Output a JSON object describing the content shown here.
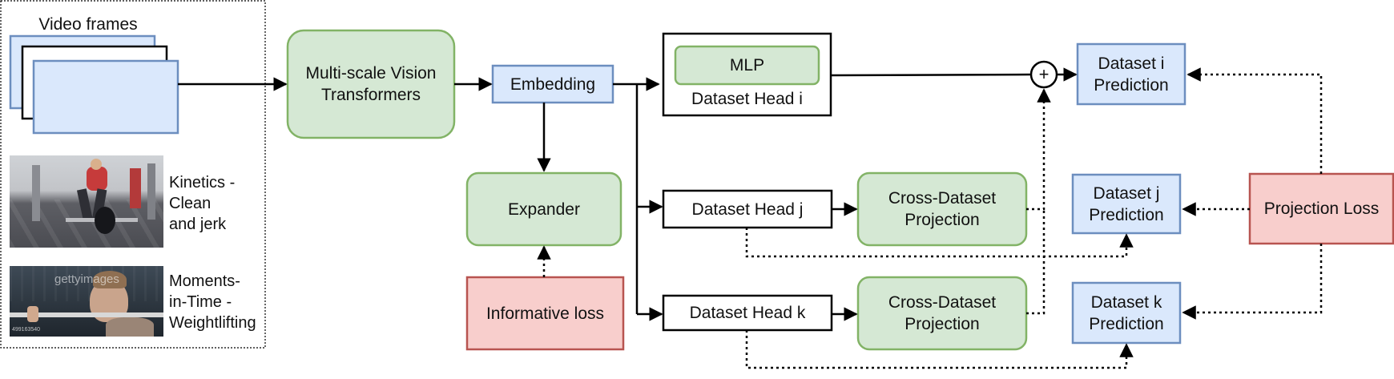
{
  "input_panel": {
    "title": "Video frames",
    "clips": [
      {
        "label": "Kinetics -\nClean\nand jerk"
      },
      {
        "label": "Moments-\nin-Time -\nWeightlifting",
        "watermark": "gettyimages",
        "caption": "499163540"
      }
    ]
  },
  "nodes": {
    "backbone": "Multi-scale Vision\nTransformers",
    "embedding": "Embedding",
    "mlp": "MLP",
    "head_i": "Dataset Head i",
    "head_j": "Dataset Head j",
    "head_k": "Dataset Head k",
    "expander": "Expander",
    "informative_loss": "Informative loss",
    "proj_j": "Cross-Dataset\nProjection",
    "proj_k": "Cross-Dataset\nProjection",
    "pred_i": "Dataset i\nPrediction",
    "pred_j": "Dataset j\nPrediction",
    "pred_k": "Dataset k\nPrediction",
    "projection_loss": "Projection Loss",
    "sum_symbol": "+"
  },
  "colors": {
    "blue_fill": "#dae8fc",
    "blue_stroke": "#6c8ebf",
    "green_fill": "#d5e8d4",
    "green_stroke": "#82b366",
    "red_fill": "#f8cecc",
    "red_stroke": "#b85450",
    "line": "#000000"
  }
}
